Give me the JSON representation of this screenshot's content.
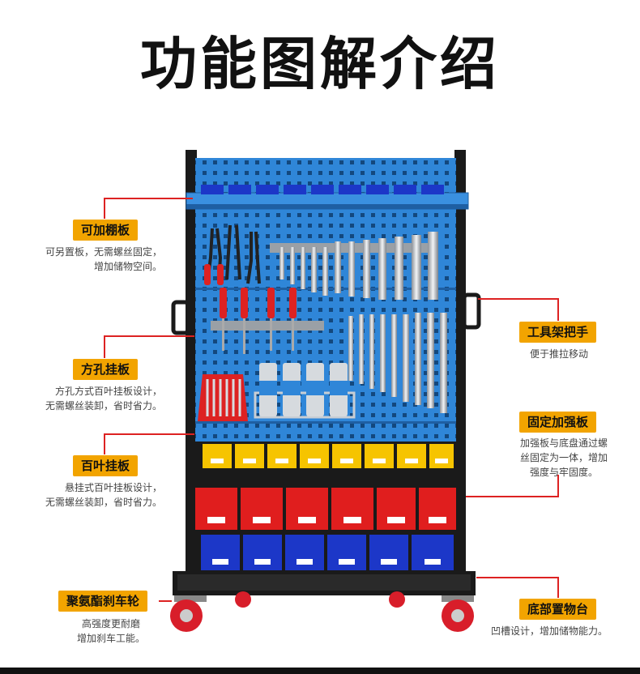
{
  "page_title": "功能图解介绍",
  "features": [
    {
      "label": "可加棚板",
      "desc": "可另置板，无需螺丝固定，\n增加储物空间。"
    },
    {
      "label": "方孔挂板",
      "desc": "方孔方式百叶挂板设计，\n无需螺丝装卸，省时省力。"
    },
    {
      "label": "百叶挂板",
      "desc": "悬挂式百叶挂板设计，\n无需螺丝装卸，省时省力。"
    },
    {
      "label": "聚氨酯刹车轮",
      "desc": "高强度更耐磨\n增加刹车工能。"
    },
    {
      "label": "工具架把手",
      "desc": "便于推拉移动"
    },
    {
      "label": "固定加强板",
      "desc": "加强板与底盘通过螺\n丝固定为一体，增加\n强度与牢固度。"
    },
    {
      "label": "底部置物台",
      "desc": "凹槽设计，增加储物能力。"
    }
  ],
  "colors": {
    "board_blue": "#2f86d8",
    "frame_black": "#1a1a1a",
    "badge_orange": "#f2a400",
    "leader_red": "#dd2222",
    "bin_yellow": "#f6c400",
    "bin_red": "#e01e1e",
    "bin_blue": "#1c37c8"
  }
}
